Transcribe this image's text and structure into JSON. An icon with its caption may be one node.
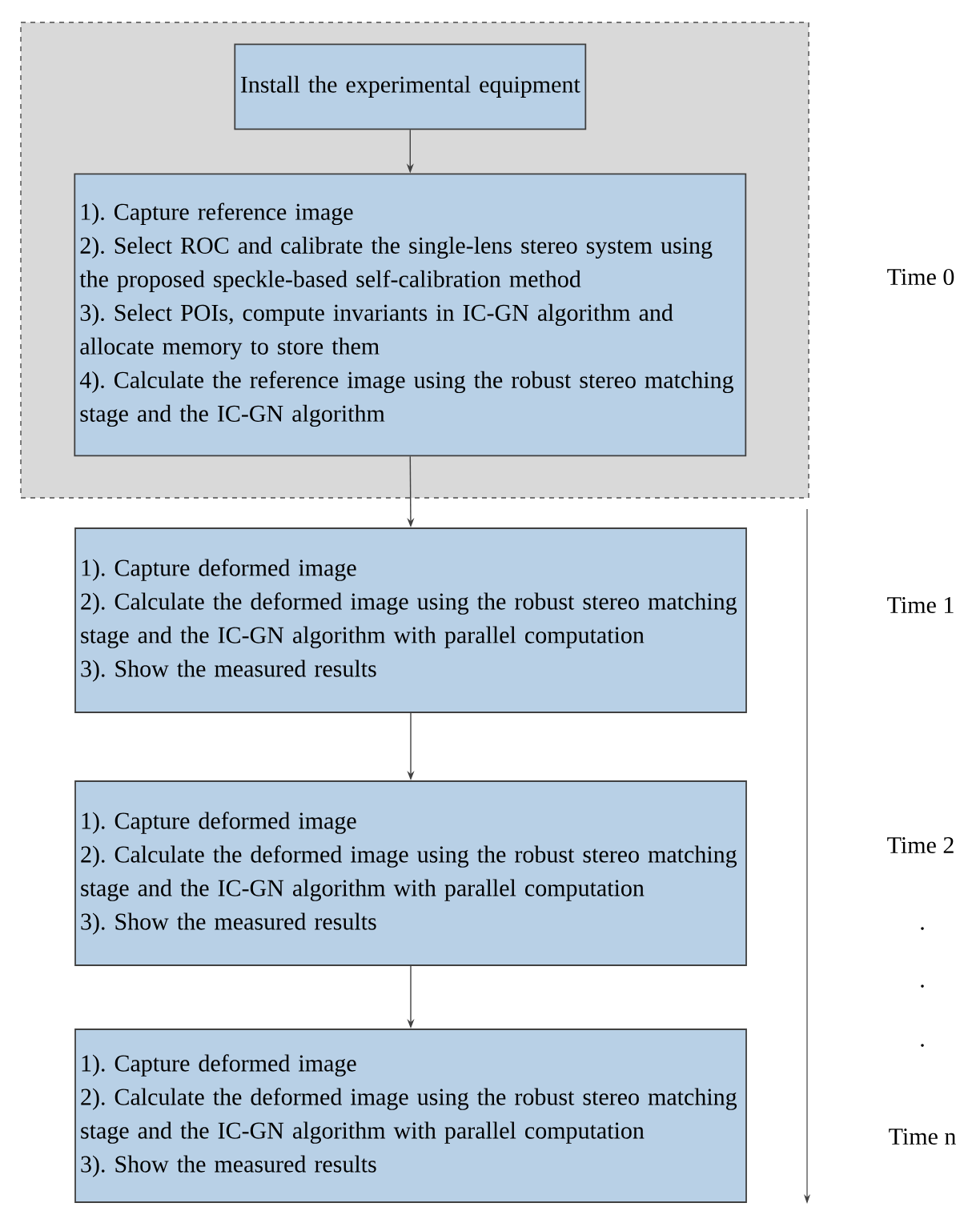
{
  "diagram": {
    "nodes": [
      {
        "text": [],
        "shape": "box"
      },
      {
        "text": [
          "Install the experimental equipment"
        ],
        "in": 0
      },
      {
        "text": [
          "1). Capture reference image",
          "2). Select ROC and calibrate the single-lens stereo system using the proposed speckle-based self-calibration method",
          "3). Select POIs, compute invariants in IC-GN algorithm and allocate memory to store them",
          "4). Calculate the reference image using  the robust stereo matching stage and the IC-GN algorithm"
        ],
        "in": 0
      },
      {
        "text": [
          "1). Capture deformed image",
          "2). Calculate the deformed image using the robust stereo matching stage and the IC-GN algorithm with parallel computation",
          "3). Show the measured results"
        ]
      },
      {
        "text": [
          "1). Capture deformed image",
          "2). Calculate the deformed image using the robust stereo matching stage and the IC-GN algorithm with parallel computation",
          "3). Show the measured results"
        ]
      },
      {
        "text": [
          "1). Capture deformed image",
          "2). Calculate the deformed image using the robust stereo matching stage and the IC-GN algorithm with parallel computation",
          "3). Show the measured results"
        ]
      }
    ],
    "edges": [
      {
        "from": 1,
        "to": 2,
        "arrow": "to"
      },
      {
        "from": 2,
        "to": 3,
        "arrow": "to"
      },
      {
        "from": 3,
        "to": 4,
        "arrow": "to"
      },
      {
        "from": 4,
        "to": 5,
        "arrow": "to"
      }
    ],
    "labels": [
      "Time 0",
      "Time 1",
      "Time 2",
      ".",
      ".",
      ".",
      "Time n"
    ]
  }
}
